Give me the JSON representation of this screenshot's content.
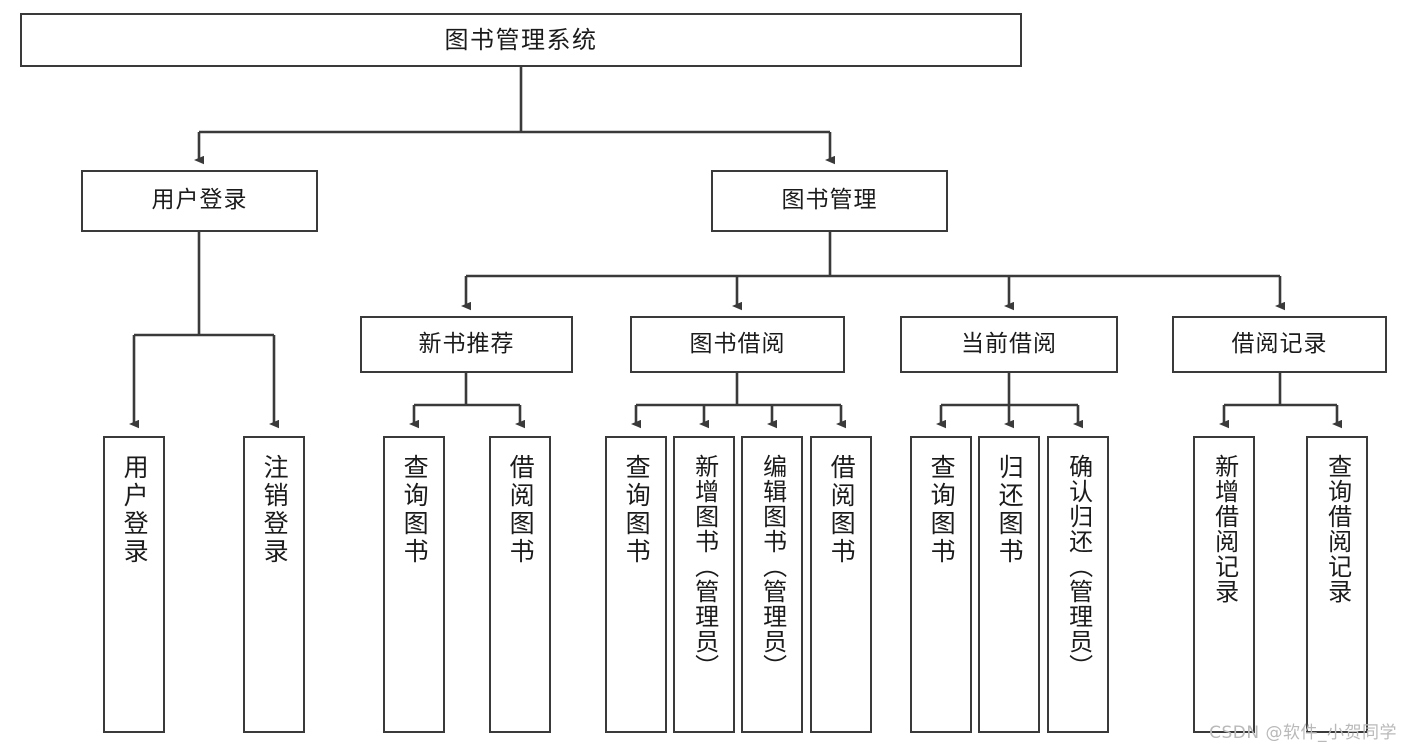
{
  "diagram": {
    "type": "hierarchy-tree",
    "title": "图书管理系统",
    "watermark": "CSDN @软件_小贺同学",
    "colors": {
      "background": "#ffffff",
      "border": "#3a3a3a",
      "text": "#1b1b1b",
      "edge": "#3a3a3a",
      "watermark": "#b9b9b9"
    },
    "nodes": {
      "root": {
        "label": "图书管理系统"
      },
      "level1": [
        {
          "label": "用户登录"
        },
        {
          "label": "图书管理"
        }
      ],
      "level2": [
        {
          "label": "新书推荐"
        },
        {
          "label": "图书借阅"
        },
        {
          "label": "当前借阅"
        },
        {
          "label": "借阅记录"
        }
      ],
      "leaves_user_login": [
        {
          "label": "用户登录"
        },
        {
          "label": "注销登录"
        }
      ],
      "leaves_new_book": [
        {
          "label": "查询图书"
        },
        {
          "label": "借阅图书"
        }
      ],
      "leaves_borrow": [
        {
          "label": "查询图书"
        },
        {
          "label": "新增图书（管理员）"
        },
        {
          "label": "编辑图书（管理员）"
        },
        {
          "label": "借阅图书"
        }
      ],
      "leaves_current": [
        {
          "label": "查询图书"
        },
        {
          "label": "归还图书"
        },
        {
          "label": "确认归还（管理员）"
        }
      ],
      "leaves_records": [
        {
          "label": "新增借阅记录"
        },
        {
          "label": "查询借阅记录"
        }
      ]
    }
  }
}
